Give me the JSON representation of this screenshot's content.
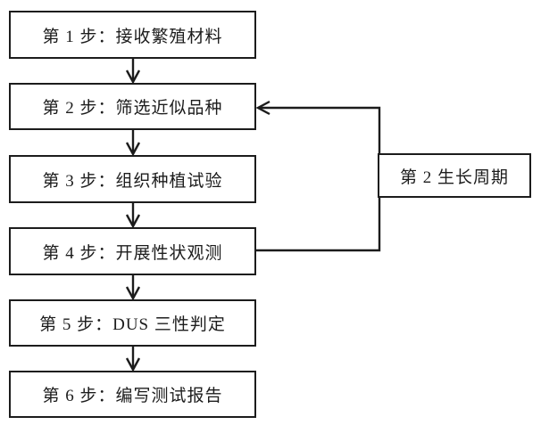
{
  "flowchart": {
    "steps": [
      {
        "label": "第 1 步：接收繁殖材料"
      },
      {
        "label": "第 2 步：筛选近似品种"
      },
      {
        "label": "第 3 步：组织种植试验"
      },
      {
        "label": "第 4 步：开展性状观测"
      },
      {
        "label": "第 5 步：DUS 三性判定"
      },
      {
        "label": "第 6 步：编写测试报告"
      }
    ],
    "side_label": "第 2 生长周期",
    "colors": {
      "line": "#1c1c1c",
      "background": "#ffffff",
      "box_background": "#ffffff"
    }
  }
}
